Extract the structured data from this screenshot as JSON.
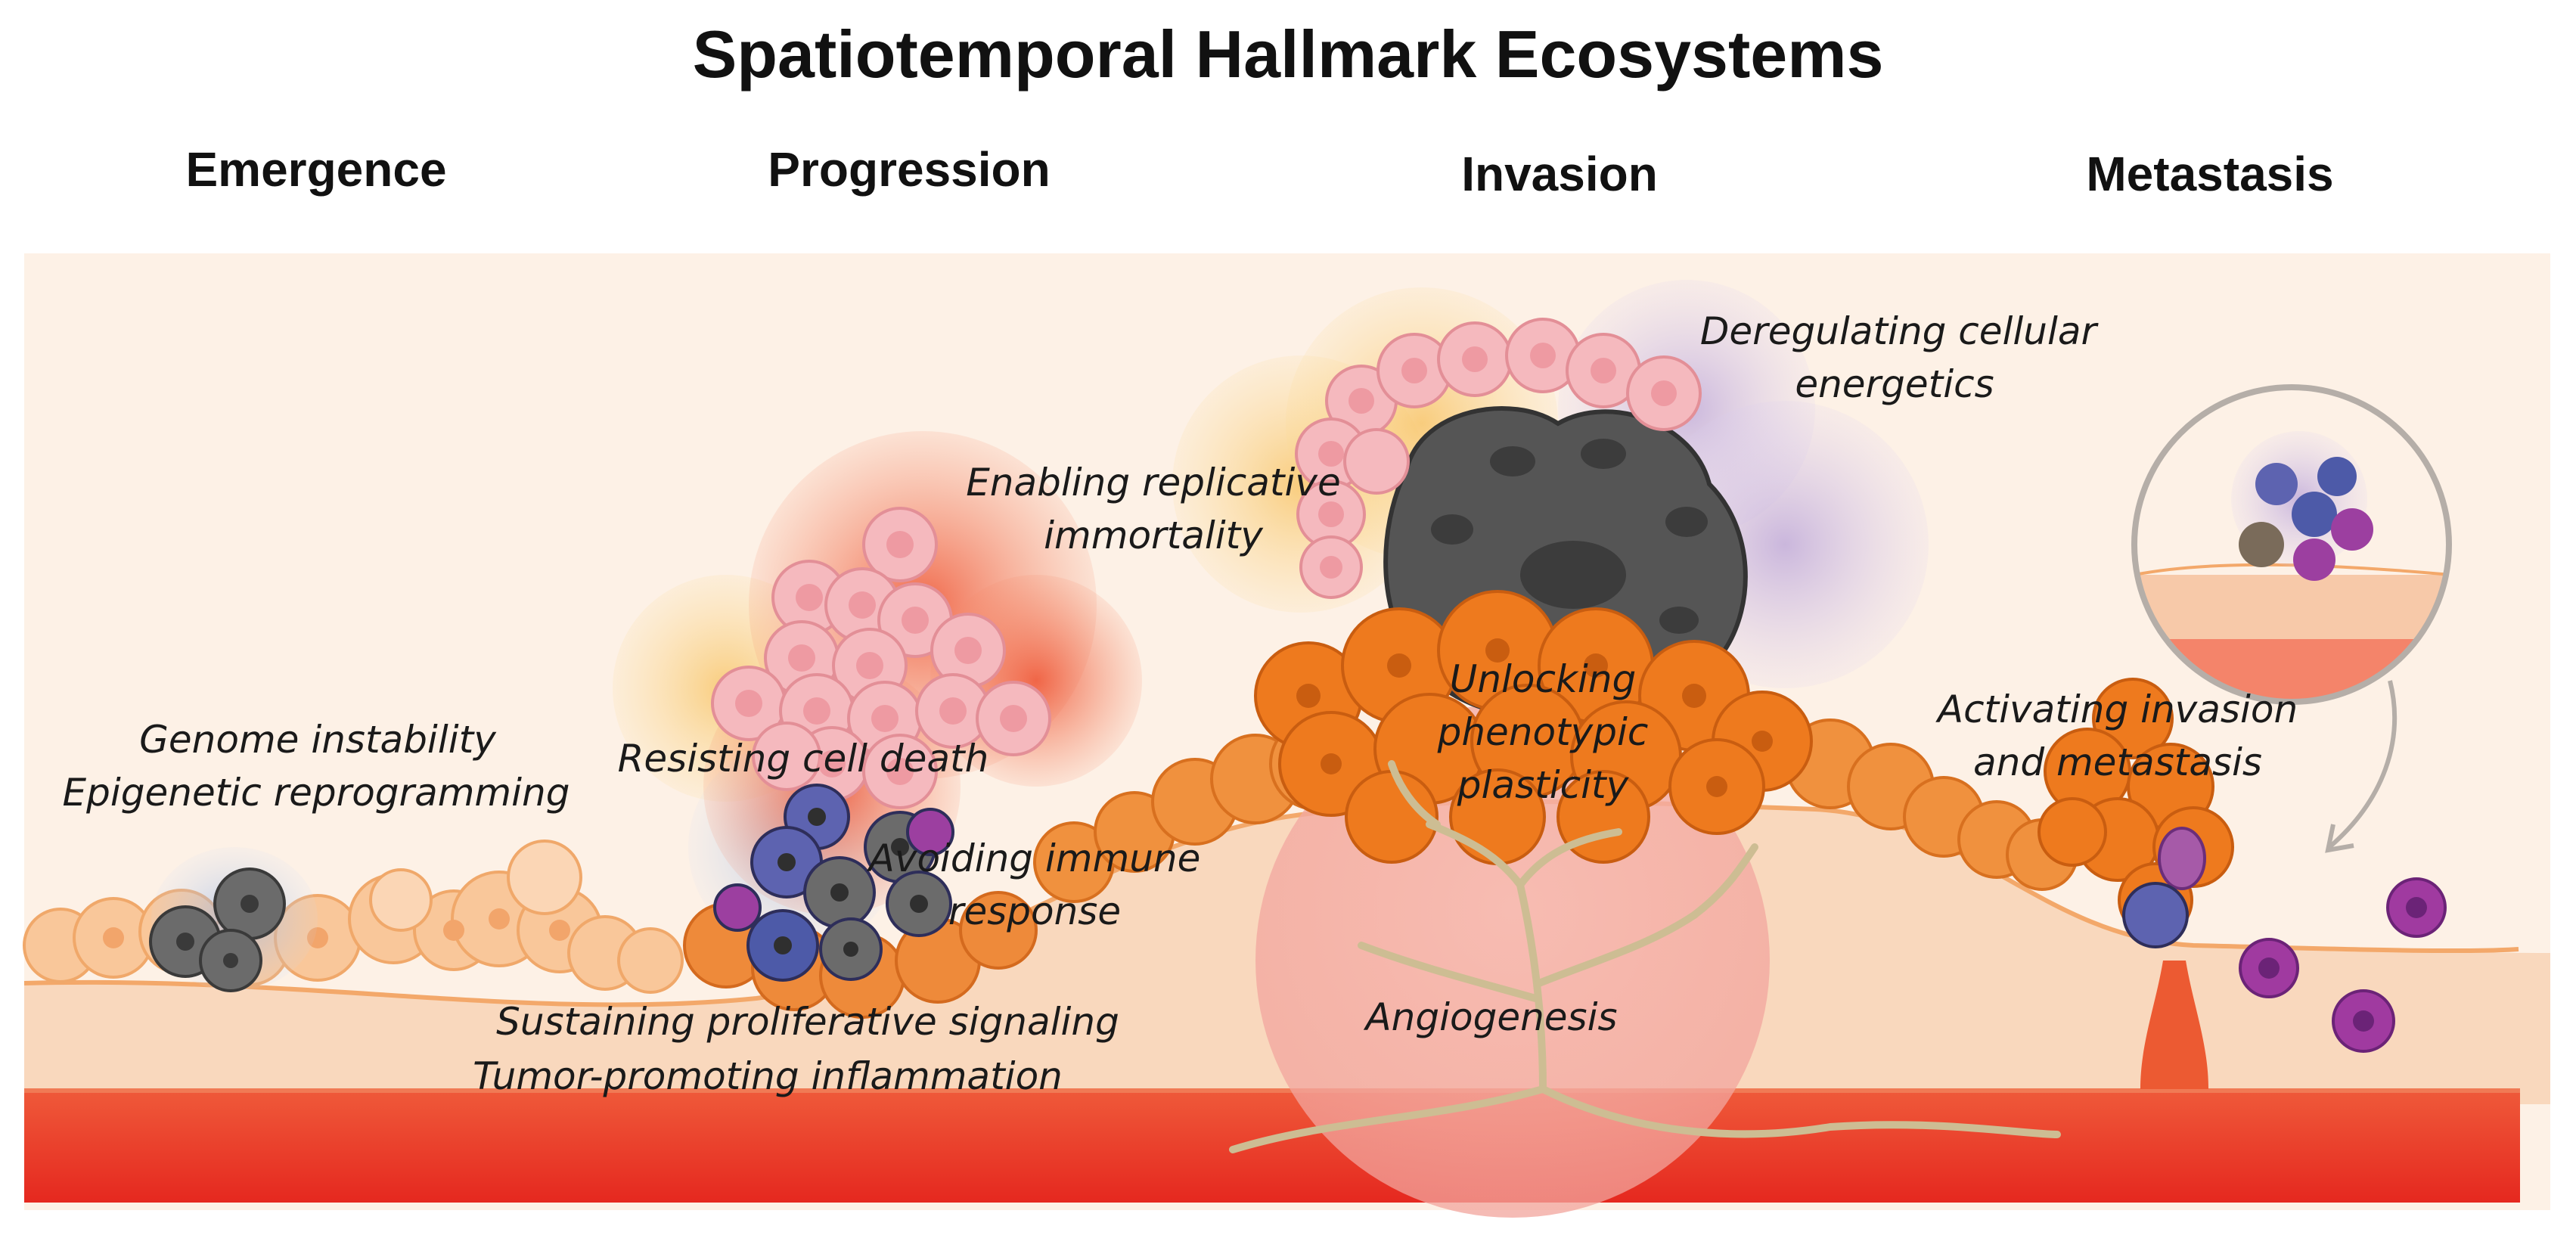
{
  "title": "Spatiotemporal Hallmark Ecosystems",
  "stages": [
    "Emergence",
    "Progression",
    "Invasion",
    "Metastasis"
  ],
  "hallmarks": {
    "genome": "Genome instability",
    "epigenetic": "Epigenetic reprogramming",
    "cell_death": "Resisting cell death",
    "immune_1": "Avoiding immune",
    "immune_2": "response",
    "proliferative": "Sustaining proliferative signaling",
    "inflammation": "Tumor-promoting inflammation",
    "replicative_1": "Enabling replicative",
    "replicative_2": "immortality",
    "energetics_1": "Deregulating cellular",
    "energetics_2": "energetics",
    "plasticity_1": "Unlocking",
    "plasticity_2": "phenotypic",
    "plasticity_3": "plasticity",
    "angiogenesis": "Angiogenesis",
    "invasion_1": "Activating invasion",
    "invasion_2": "and metastasis"
  },
  "colors": {
    "background_panel": "#fdf1e6",
    "tissue": "#f8d7bd",
    "vessel": "#e8342a",
    "tumor_orange": "#ee7a1e",
    "pink_cell": "#f4b6bc",
    "dark_cell": "#555555",
    "immune_blue": "#4d5aa8",
    "immune_purple": "#9c3fa0",
    "vessel_branch": "#cdbd93"
  }
}
